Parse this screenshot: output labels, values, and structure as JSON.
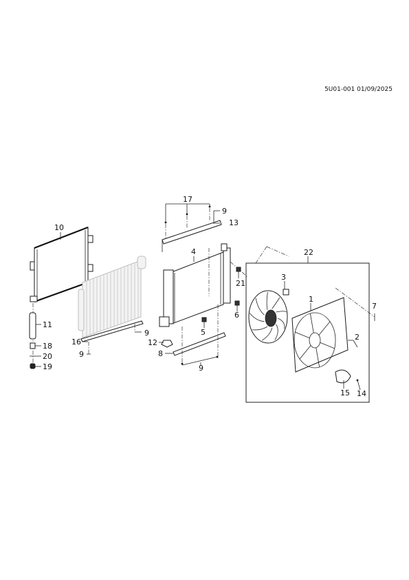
{
  "header": {
    "code": "5U01-001 01/09/2025"
  },
  "callouts": {
    "c1": "1",
    "c2": "2",
    "c3": "3",
    "c4": "4",
    "c5": "5",
    "c6": "6",
    "c7": "7",
    "c8": "8",
    "c9a": "9",
    "c9b": "9",
    "c9c": "9",
    "c9d": "9",
    "c10": "10",
    "c11": "11",
    "c12": "12",
    "c13": "13",
    "c14": "14",
    "c15": "15",
    "c16": "16",
    "c17": "17",
    "c18": "18",
    "c19": "19",
    "c20": "20",
    "c21": "21",
    "c22": "22"
  }
}
